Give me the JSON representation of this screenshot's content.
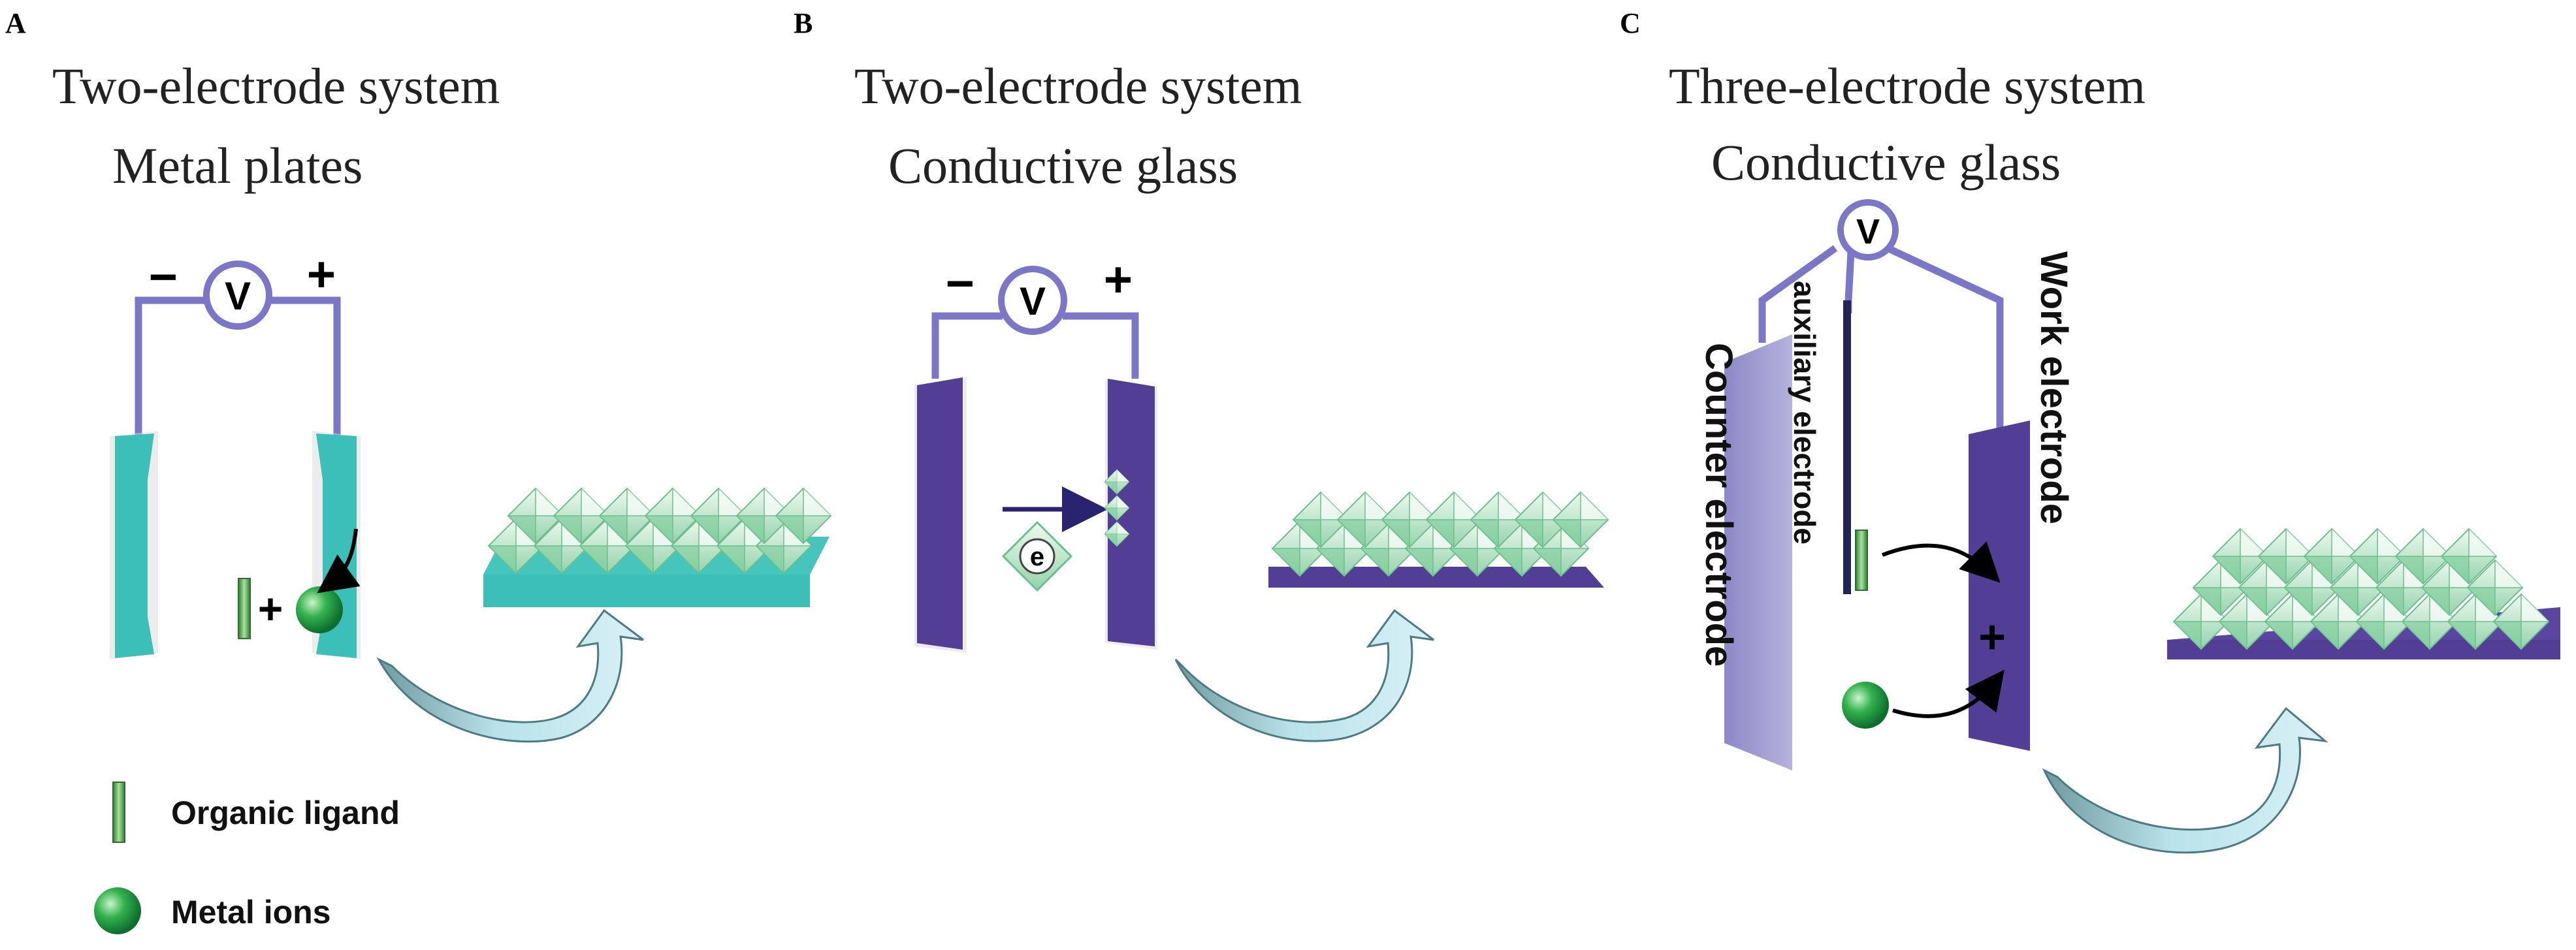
{
  "colors": {
    "wire": "#7b76c6",
    "teal": "#3cbfb8",
    "purple": "#533e96",
    "light_purple": "#a7a3d3",
    "crystal_light": "#d9f1df",
    "crystal_mid": "#9ed8b4",
    "arrow_fill": "#9fd6e4",
    "ligand": "#4aa84f",
    "ion": "#22a64a"
  },
  "panels": {
    "a": {
      "letter": "A",
      "title_line1": "Two-electrode system",
      "title_line2": "Metal plates"
    },
    "b": {
      "letter": "B",
      "title_line1": "Two-electrode system",
      "title_line2": "Conductive glass"
    },
    "c": {
      "letter": "C",
      "title_line1": "Three-electrode system",
      "title_line2": "Conductive glass"
    }
  },
  "symbols": {
    "minus": "−",
    "plus": "+",
    "voltmeter": "V",
    "electron": "e"
  },
  "labels": {
    "counter_electrode": "Counter electrode",
    "auxiliary_electrode": "auxiliary electrode",
    "work_electrode": "Work electrode"
  },
  "legend": {
    "organic_ligand": "Organic ligand",
    "metal_ions": "Metal ions"
  },
  "icons": [
    "voltmeter-icon",
    "organic-ligand-icon",
    "metal-ion-icon",
    "curved-arrow-icon",
    "mof-crystal-film-icon",
    "electron-icon"
  ]
}
